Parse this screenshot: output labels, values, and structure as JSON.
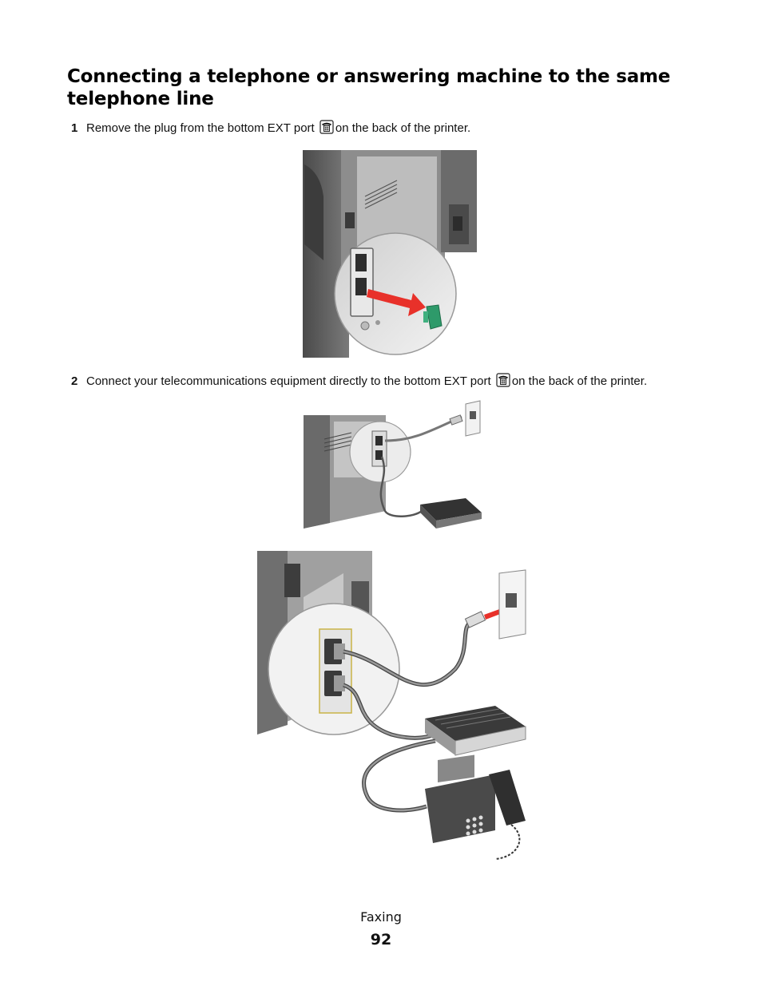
{
  "heading": "Connecting a telephone or answering machine to the same telephone line",
  "steps": [
    {
      "number": "1",
      "text_before_icon": "Remove the plug from the bottom EXT port",
      "icon": "telephone-port-icon",
      "text_after_icon": "on the back of the printer."
    },
    {
      "number": "2",
      "text_before_icon": "Connect your telecommunications equipment directly to the bottom EXT port",
      "icon": "telephone-port-icon",
      "text_after_icon": "on the back of the printer."
    }
  ],
  "figures": {
    "figure1": "printer-back-remove-ext-plug-illustration",
    "figure2": "printer-to-wall-jack-and-answering-machine-illustration",
    "figure3": "printer-to-wall-jack-answering-machine-and-telephone-illustration"
  },
  "colors": {
    "arrow": "#e8312a",
    "plug": "#2e9a6a",
    "printer_body": "#5a5a5a"
  },
  "footer": {
    "section": "Faxing",
    "page_number": "92"
  }
}
